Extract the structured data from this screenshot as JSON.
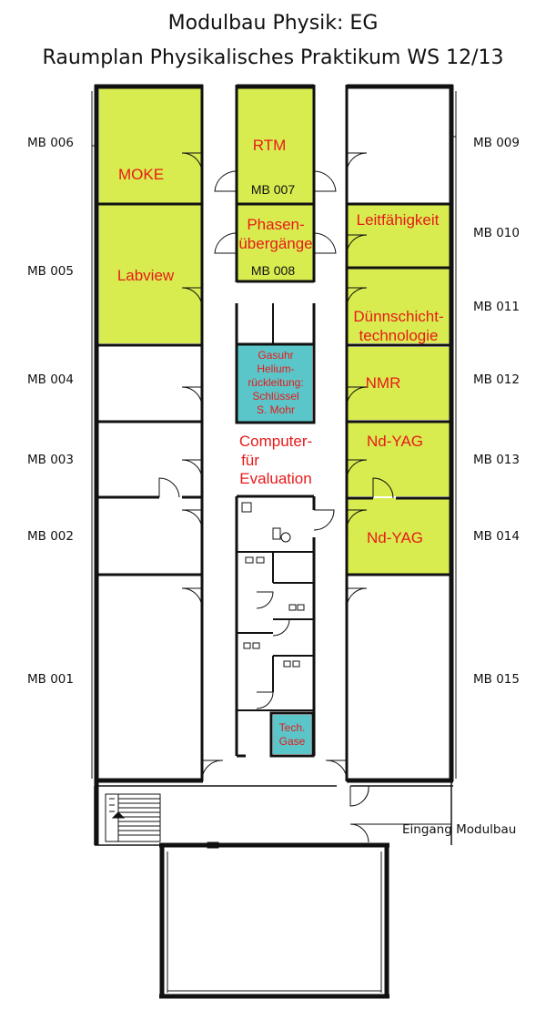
{
  "title": {
    "line1": "Modulbau Physik: EG",
    "line2": "Raumplan Physikalisches Praktikum WS 12/13"
  },
  "colors": {
    "lab": "#d9ec4f",
    "tech": "#5bc6c9",
    "label_red": "#e8191a",
    "wall": "#111111"
  },
  "rooms_left": {
    "mb006": "MB 006",
    "mb005": "MB 005",
    "mb004": "MB 004",
    "mb003": "MB 003",
    "mb002": "MB 002",
    "mb001": "MB 001"
  },
  "rooms_right": {
    "mb009": "MB 009",
    "mb010": "MB 010",
    "mb011": "MB 011",
    "mb012": "MB 012",
    "mb013": "MB 013",
    "mb014": "MB 014",
    "mb015": "MB 015"
  },
  "rooms_center": {
    "mb007": "MB 007",
    "mb008": "MB 008"
  },
  "experiments": {
    "moke": "MOKE",
    "labview": "Labview",
    "rtm": "RTM",
    "phasen_line1": "Phasen-",
    "phasen_line2": "übergänge",
    "leitfaehigkeit": "Leitfähigkeit",
    "duennschicht_line1": "Dünnschicht-",
    "duennschicht_line2": "technologie",
    "nmr": "NMR",
    "ndyag1": "Nd-YAG",
    "ndyag2": "Nd-YAG"
  },
  "gasuhr": {
    "line1": "Gasuhr",
    "line2": "Helium-",
    "line3": "rückleitung:",
    "line4": "Schlüssel",
    "line5": "S. Mohr"
  },
  "computer": {
    "line1": "Computer-",
    "line2": "für",
    "line3": "Evaluation"
  },
  "tech_gase": {
    "line1": "Tech.",
    "line2": "Gase"
  },
  "entrance": "Eingang Modulbau"
}
